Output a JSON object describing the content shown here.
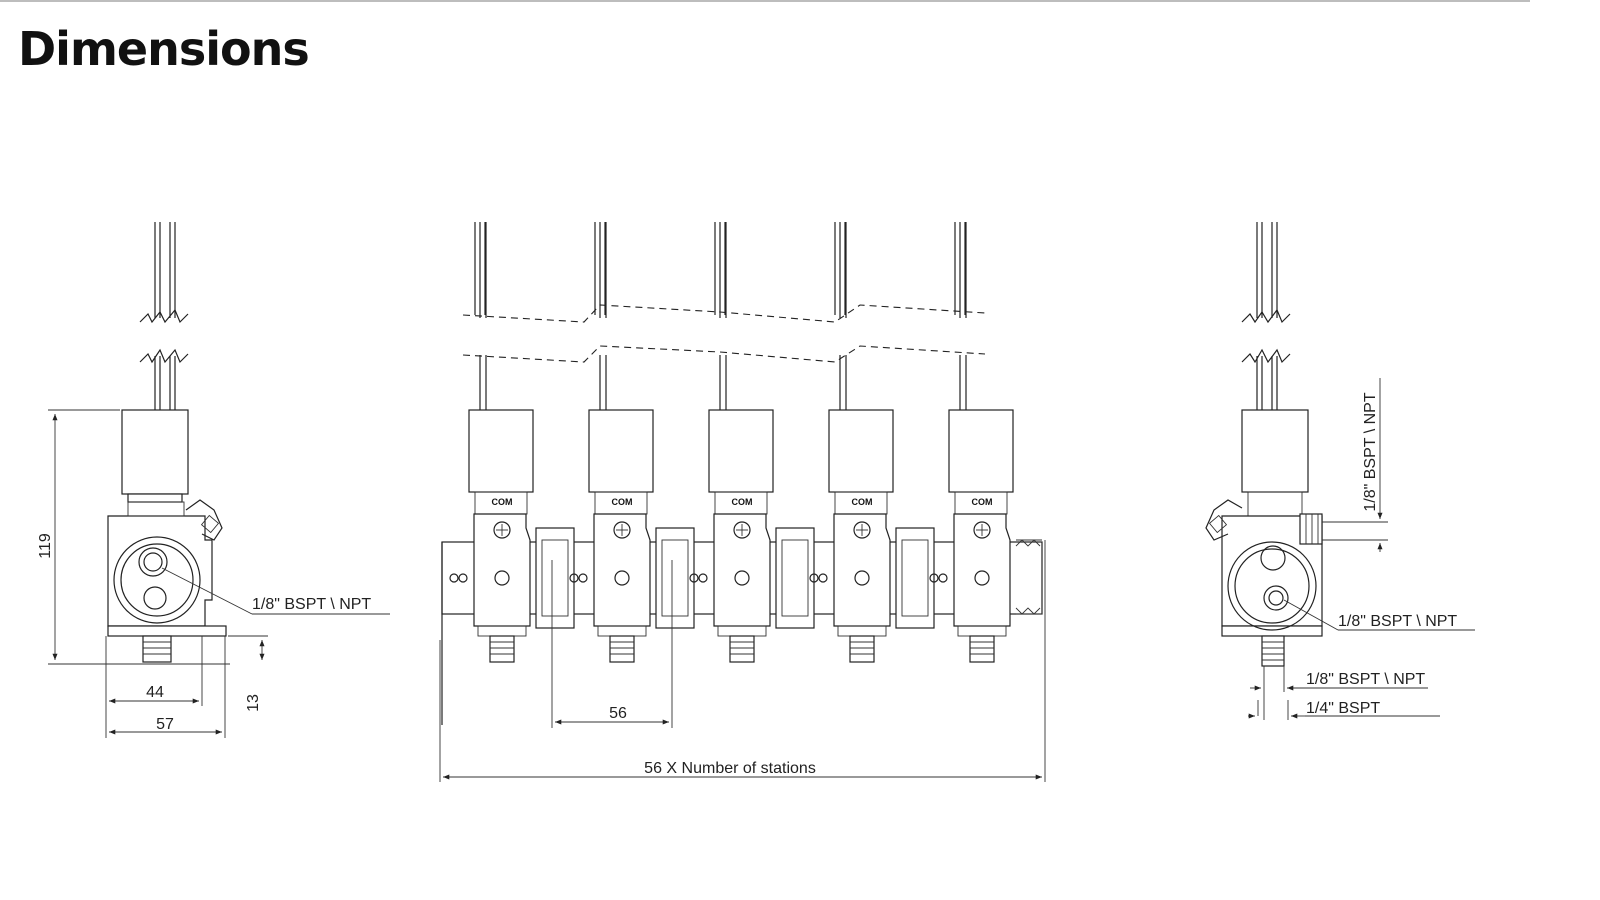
{
  "title": "Dimensions",
  "labels": {
    "side_height": "119",
    "side_width_inner": "44",
    "side_width_outer": "57",
    "side_fitting_height": "13",
    "side_port": "1/8\" BSPT \\ NPT",
    "pitch": "56",
    "total_length": "56 X Number of stations",
    "right_port_top": "1/8\" BSPT \\ NPT",
    "right_port_mid": "1/8\" BSPT \\ NPT",
    "right_port_bottom_1": "1/8\" BSPT \\ NPT",
    "right_port_bottom_2": "1/4\" BSPT",
    "com": "COM"
  },
  "stations": [
    {
      "com": "COM"
    },
    {
      "com": "COM"
    },
    {
      "com": "COM"
    },
    {
      "com": "COM"
    },
    {
      "com": "COM"
    }
  ]
}
